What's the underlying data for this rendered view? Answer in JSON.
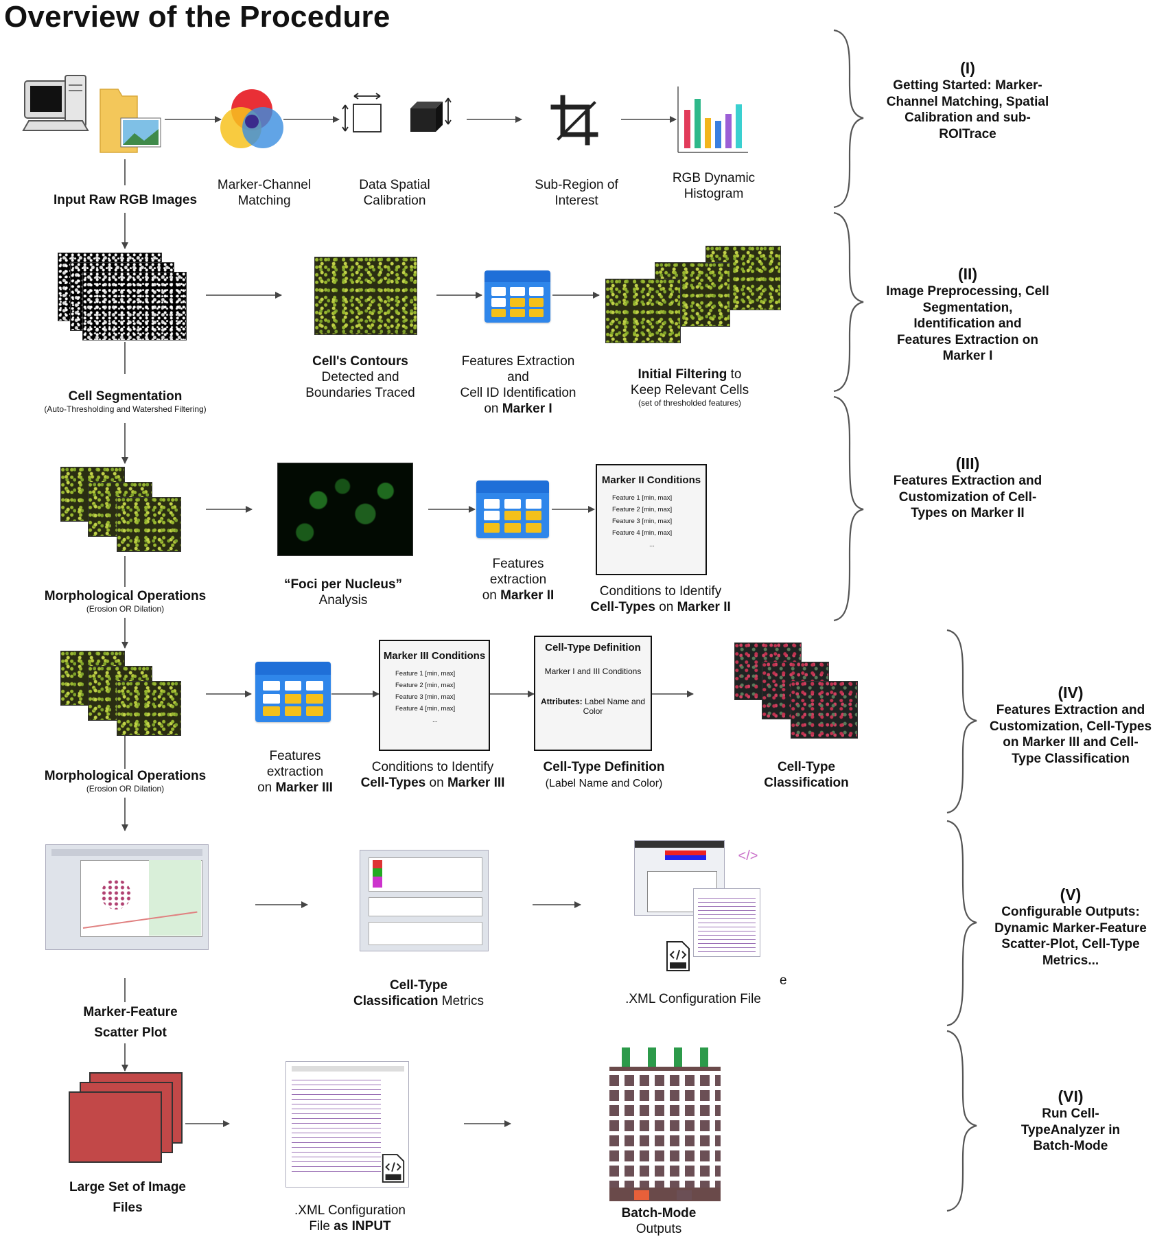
{
  "title": "Overview of the Procedure",
  "sections": [
    {
      "num": "(I)",
      "text": "Getting Started: Marker-Channel Matching, Spatial Calibration and sub-ROITrace"
    },
    {
      "num": "(II)",
      "text": "Image Preprocessing, Cell Segmentation, Identification and Features Extraction on Marker I"
    },
    {
      "num": "(III)",
      "text": "Features Extraction and Customization of Cell-Types on Marker II"
    },
    {
      "num": "(IV)",
      "text": "Features Extraction and Customization, Cell-Types on Marker III and Cell-Type Classification"
    },
    {
      "num": "(V)",
      "text": "Configurable Outputs: Dynamic Marker-Feature Scatter-Plot, Cell-Type Metrics..."
    },
    {
      "num": "(VI)",
      "text": "Run Cell-TypeAnalyzer in Batch-Mode"
    }
  ],
  "row1": {
    "input": "Input Raw RGB Images",
    "marker_channel": "Marker-Channel Matching",
    "calibration": "Data Spatial Calibration",
    "subregion": "Sub-Region of Interest",
    "histogram": "RGB Dynamic Histogram"
  },
  "row2": {
    "segmentation": "Cell Segmentation",
    "segmentation_note": "(Auto-Thresholding and Watershed Filtering)",
    "contours_bold": "Cell's Contours",
    "contours_rest": "Detected and Boundaries Traced",
    "features_a": "Features Extraction",
    "features_b": "and",
    "features_c": "Cell ID Identification",
    "features_d_pre": "on",
    "features_d_bold": "Marker I",
    "filter_bold": "Initial Filtering",
    "filter_tail": "to",
    "filter_b": "Keep Relevant Cells",
    "filter_note": "(set of thresholded features)"
  },
  "row3": {
    "morph": "Morphological Operations",
    "morph_note": "(Erosion OR Dilation)",
    "foci_bold": "“Foci per Nucleus”",
    "foci_rest": "Analysis",
    "feat_a": "Features",
    "feat_b": "extraction",
    "feat_c_pre": "on",
    "feat_c_bold": "Marker II",
    "cond_title": "Marker II Conditions",
    "cond_features": [
      "Feature 1 [min, max]",
      "Feature 2 [min, max]",
      "Feature 3 [min, max]",
      "Feature 4 [min, max]",
      "..."
    ],
    "identify_a": "Conditions to Identify",
    "identify_bold": "Cell-Types",
    "identify_mid": "on",
    "identify_bold2": "Marker II"
  },
  "row4": {
    "morph": "Morphological Operations",
    "morph_note": "(Erosion OR Dilation)",
    "feat_a": "Features",
    "feat_b": "extraction",
    "feat_c_pre": "on",
    "feat_c_bold": "Marker III",
    "cond_title": "Marker III Conditions",
    "cond_features": [
      "Feature 1 [min, max]",
      "Feature 2 [min, max]",
      "Feature 3 [min, max]",
      "Feature 4 [min, max]",
      "..."
    ],
    "identify_a": "Conditions to Identify",
    "identify_bold": "Cell-Types",
    "identify_mid": "on",
    "identify_bold2": "Marker III",
    "def_title": "Cell-Type Definition",
    "def_line": "Marker I and III Conditions",
    "def_attr_bold": "Attributes:",
    "def_attr_rest": "Label Name and Color",
    "def_label_bold": "Cell-Type Definition",
    "def_label_rest": "(Label Name and Color)",
    "classification": "Cell-Type Classification"
  },
  "row5": {
    "scatter": "Marker-Feature",
    "scatter_b": "Scatter Plot",
    "metrics_bold": "Cell-Type",
    "metrics_bold2": "Classification",
    "metrics_rest": "Metrics",
    "xml": ".XML Configuration File",
    "stray": "e"
  },
  "row6": {
    "large_a": "Large Set of Image",
    "large_b": "Files",
    "xml_a": ".XML Configuration",
    "xml_b_pre": "File",
    "xml_b_bold": "as INPUT",
    "batch_bold": "Batch-Mode",
    "batch_rest": "Outputs"
  },
  "colors": {
    "table_blue": "#2f86ea",
    "table_yellow": "#f4c01a",
    "red_card": "#c24848",
    "hist_bars": [
      "#e23b5a",
      "#2fb88a",
      "#f2b51d",
      "#3a7fe0",
      "#9c5fd6",
      "#3ad0d0"
    ]
  }
}
